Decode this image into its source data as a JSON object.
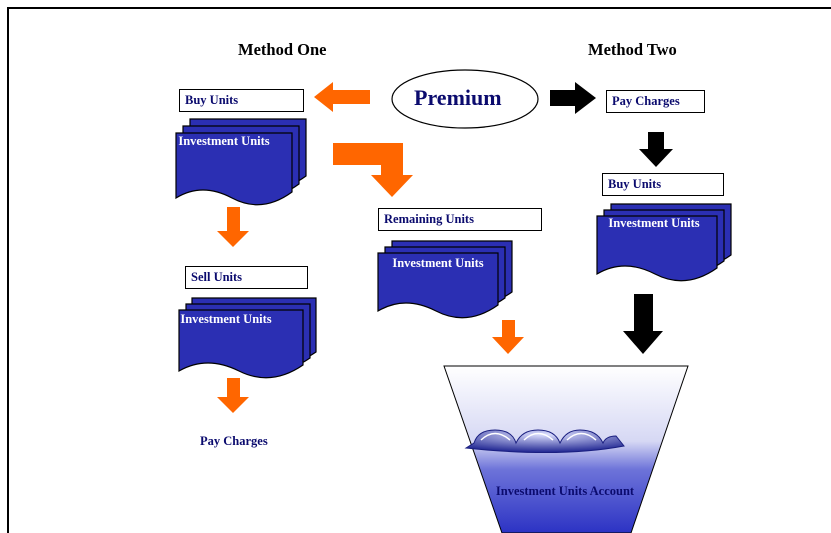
{
  "diagram": {
    "method_one": "Method One",
    "method_two": "Method Two",
    "premium": "Premium",
    "m1_buy_units": "Buy Units",
    "m1_buy_doc": "Investment Units",
    "m1_sell_units": "Sell Units",
    "m1_sell_doc": "Investment Units",
    "m1_pay_charges": "Pay Charges",
    "remaining_units": "Remaining Units",
    "remaining_doc": "Investment Units",
    "m2_pay_charges": "Pay Charges",
    "m2_buy_units": "Buy Units",
    "m2_buy_doc": "Investment Units",
    "funnel_label": "Investment Units Account"
  },
  "colors": {
    "orange_arrow": "#ff6600",
    "black_arrow": "#000000",
    "doc_fill": "#2b2fb3",
    "label_text": "#0b0b6e"
  }
}
